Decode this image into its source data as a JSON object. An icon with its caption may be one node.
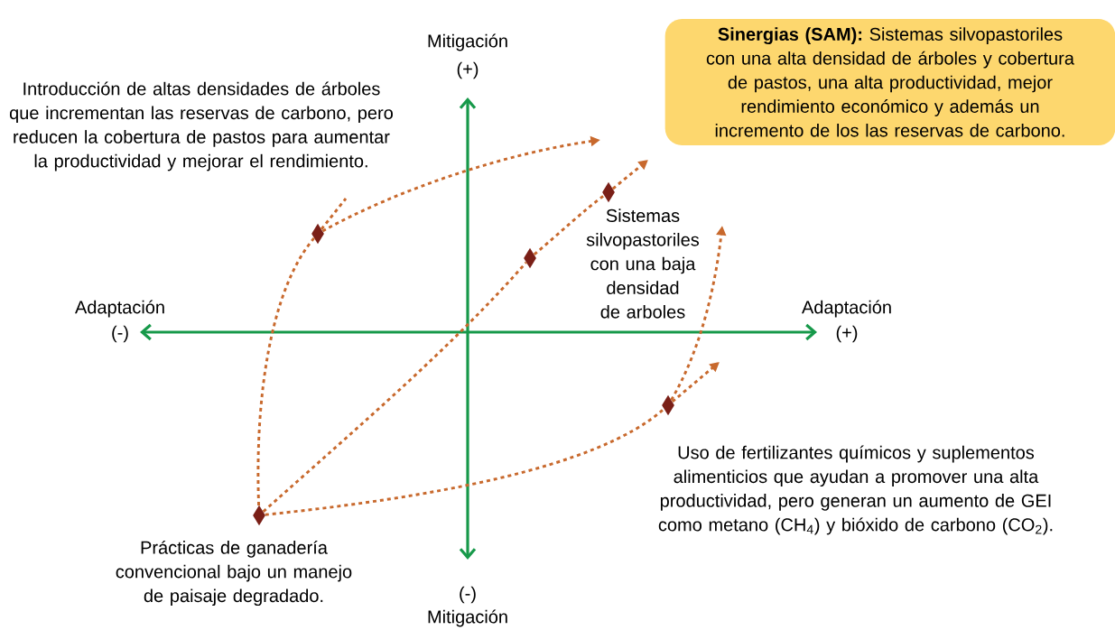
{
  "diagram": {
    "nodes": [
      {
        "text": [
          "**Sinergias (SAM):** Sistemas silvopastoriles con una alta densidad de árboles y cobertura de pastos, una alta productividad, mejor rendimiento económico y además un incremento de los las reservas de carbono."
        ]
      },
      {
        "text": [],
        "shape": "diamond",
        "beside": [
          "Prácticas de ganadería convencional bajo un manejo de paisaje degradado."
        ]
      },
      {
        "text": [],
        "shape": "diamond",
        "beside": [
          "Introducción de altas densidades de árboles que incrementan las reservas de carbono, pero reducen la cobertura de pastos para aumentar la productividad y mejorar el rendimiento."
        ]
      },
      {
        "text": [],
        "shape": "diamond"
      },
      {
        "text": [],
        "shape": "diamond",
        "beside": [
          "Sistemas silvopastoriles con una baja densidad de arboles"
        ]
      },
      {
        "text": [],
        "shape": "diamond",
        "beside": [
          "Uso de fertilizantes químicos y suplementos alimenticios que ayudan a promover una alta productividad, pero generan un aumento de GEI como metano (CH$_{4}$) y bióxido de carbono (CO$_{2}$)."
        ]
      }
    ],
    "edges": [
      {
        "from": 1,
        "to": 2,
        "arrow": "none",
        "style": "dashed"
      },
      {
        "from": 2,
        "to": null,
        "arrow": "none",
        "style": "dashed"
      },
      {
        "from": 2,
        "to": null,
        "arrow": "to",
        "style": "dashed"
      },
      {
        "from": 1,
        "to": 3,
        "arrow": "none",
        "style": "dashed"
      },
      {
        "from": 3,
        "to": 4,
        "arrow": "none",
        "style": "dashed"
      },
      {
        "from": 4,
        "to": null,
        "arrow": "to",
        "style": "dashed"
      },
      {
        "from": 1,
        "to": 5,
        "arrow": "none",
        "style": "dashed"
      },
      {
        "from": 5,
        "to": null,
        "arrow": "to",
        "style": "dashed"
      },
      {
        "from": 5,
        "to": null,
        "arrow": "to",
        "style": "dashed"
      }
    ],
    "labels": [
      "Mitigación",
      "(+)",
      "Adaptación",
      "(-)",
      "Adaptación",
      "(+)",
      "(-)",
      "Mitigación"
    ]
  }
}
